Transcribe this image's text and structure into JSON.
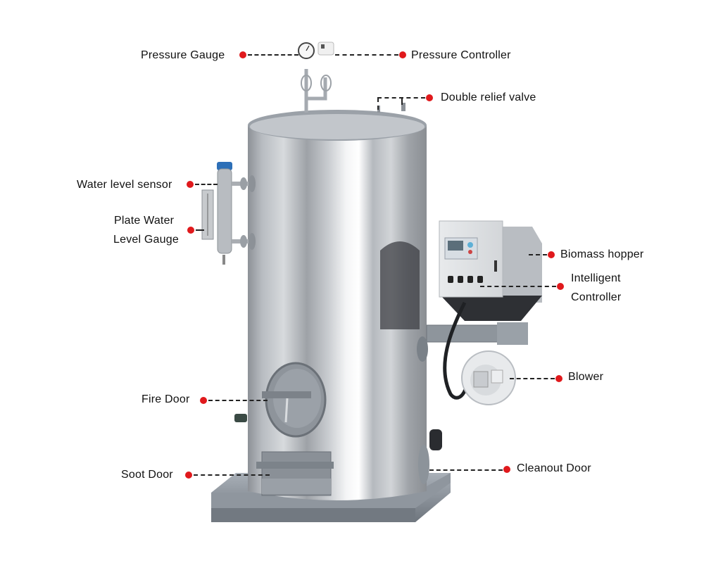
{
  "diagram": {
    "subject": "Vertical biomass steam boiler",
    "accent_color": "#e0191c",
    "leader_line_color": "#222222",
    "labels": [
      {
        "id": "pressure-gauge",
        "text": "Pressure Gauge"
      },
      {
        "id": "pressure-controller",
        "text": "Pressure Controller"
      },
      {
        "id": "double-relief-valve",
        "text": "Double relief valve"
      },
      {
        "id": "water-level-sensor",
        "text": "Water level sensor"
      },
      {
        "id": "plate-water-level-gauge",
        "line1": "Plate Water",
        "line2": "Level Gauge"
      },
      {
        "id": "biomass-hopper",
        "text": "Biomass hopper"
      },
      {
        "id": "intelligent-controller",
        "line1": "Intelligent",
        "line2": "Controller"
      },
      {
        "id": "blower",
        "text": "Blower"
      },
      {
        "id": "fire-door",
        "text": "Fire Door"
      },
      {
        "id": "soot-door",
        "text": "Soot Door"
      },
      {
        "id": "cleanout-door",
        "text": "Cleanout Door"
      }
    ]
  }
}
